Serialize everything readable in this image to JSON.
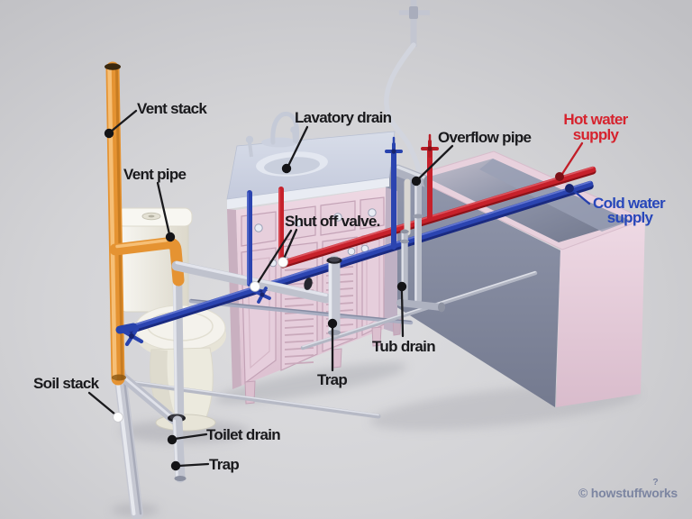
{
  "labels": {
    "vent_stack": "Vent stack",
    "vent_pipe": "Vent pipe",
    "lavatory_drain": "Lavatory drain",
    "overflow_pipe": "Overflow pipe",
    "shut_off_valve": "Shut off valve.",
    "hot_water_supply_line1": "Hot water",
    "hot_water_supply_line2": "supply",
    "cold_water_supply_line1": "Cold water",
    "cold_water_supply_line2": "supply",
    "tub_drain": "Tub drain",
    "trap_vanity": "Trap",
    "soil_stack": "Soil stack",
    "toilet_drain": "Toilet drain",
    "trap_toilet": "Trap"
  },
  "watermark": {
    "prefix": "© howstuffw",
    "o": "o",
    "question_mark": "?",
    "suffix": "rks"
  },
  "colors": {
    "hot_water_red": "#d6232e",
    "cold_water_blue": "#2847ba",
    "label_text": "#19191c",
    "vent_pipe_orange": "#e59332",
    "drain_pipe_gray": "#bcbfcb",
    "fixture_pink": "#ead3df",
    "watermark_gray": "#7c85a1"
  }
}
